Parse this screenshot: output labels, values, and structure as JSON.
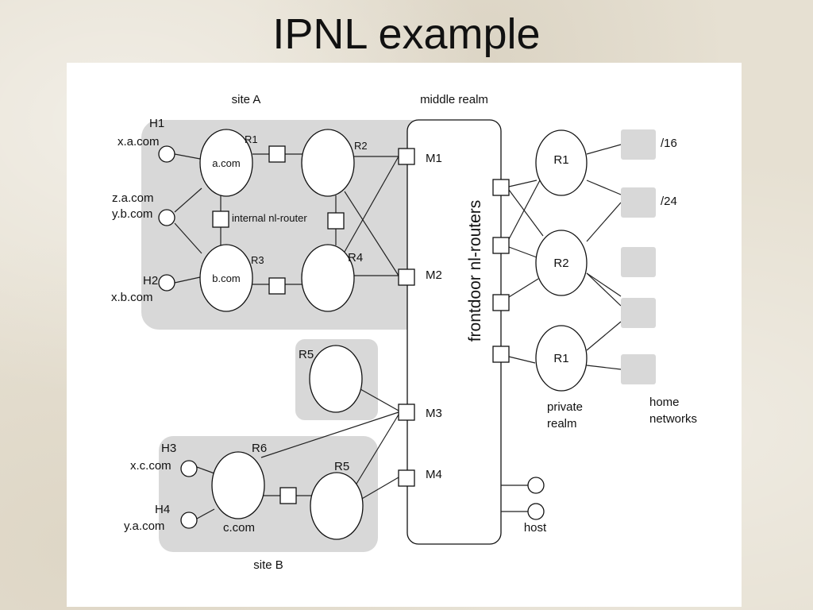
{
  "slide": {
    "title": "IPNL example"
  },
  "diagram": {
    "site_a": "site A",
    "middle_realm": "middle realm",
    "site_b": "site B",
    "frontdoor": "frontdoor nl-routers",
    "internal_router": "internal nl-router",
    "private_realm_line1": "private",
    "private_realm_line2": "realm",
    "home_networks_line1": "home",
    "home_networks_line2": "networks",
    "host": "host",
    "hosts": {
      "h1": "H1",
      "h1_addr": "x.a.com",
      "za": "z.a.com",
      "yb": "y.b.com",
      "h2": "H2",
      "h2_addr": "x.b.com",
      "h3": "H3",
      "h3_addr": "x.c.com",
      "h4": "H4",
      "h4_addr": "y.a.com"
    },
    "routers": {
      "r1": "R1",
      "r2": "R2",
      "r3": "R3",
      "r4": "R4",
      "r5": "R5",
      "r6": "R6",
      "a_com": "a.com",
      "b_com": "b.com",
      "c_com": "c.com"
    },
    "middle_routers": {
      "m1": "M1",
      "m2": "M2",
      "m3": "M3",
      "m4": "M4"
    },
    "private_routers": {
      "r1_top": "R1",
      "r2": "R2",
      "r1_bottom": "R1"
    },
    "networks": {
      "n16": "/16",
      "n24": "/24"
    }
  }
}
